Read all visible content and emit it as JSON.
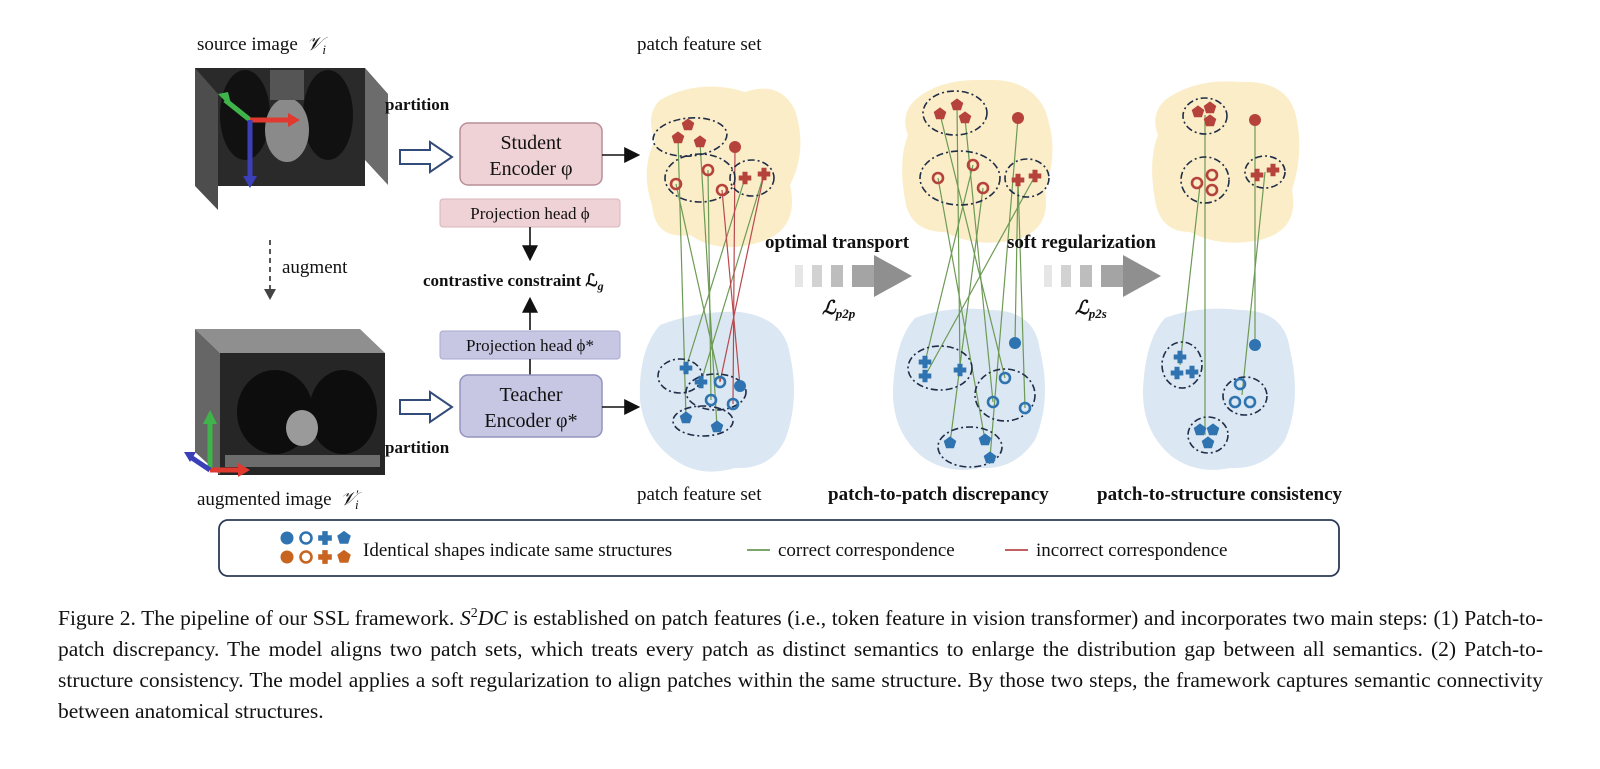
{
  "figure": {
    "source_image_label": "source image",
    "source_image_symbol": "𝒱",
    "source_image_sub": "i",
    "augmented_image_label": "augmented image",
    "augmented_image_symbol": "𝒱",
    "augmented_image_sub": "i",
    "augmented_image_prime": "′",
    "partition_label": "partition",
    "augment_label": "augment",
    "student_encoder_line1": "Student",
    "student_encoder_line2": "Encoder φ",
    "teacher_encoder_line1": "Teacher",
    "teacher_encoder_line2": "Encoder φ*",
    "student_projection_head": "Projection head ϕ",
    "teacher_projection_head": "Projection head ϕ*",
    "contrastive_constraint": "contrastive constraint ℒ",
    "contrastive_constraint_sub": "g",
    "patch_feature_set_label": "patch feature set",
    "optimal_transport_label": "optimal transport",
    "loss_p2p": "ℒ",
    "loss_p2p_sub": "p2p",
    "soft_regularization_label": "soft regularization",
    "loss_p2s": "ℒ",
    "loss_p2s_sub": "p2s",
    "patch_to_patch_label": "patch-to-patch discrepancy",
    "patch_to_structure_label": "patch-to-structure consistency",
    "colors": {
      "teacher_blue": "#2f74b0",
      "student_red": "#b5433b",
      "correct_line": "#6d9a55",
      "incorrect_line": "#b8484e",
      "student_cloud": "#fbedc8",
      "teacher_cloud": "#dbe7f2",
      "student_box": "#efd2d6",
      "teacher_box": "#c7c7e4"
    }
  },
  "legend": {
    "shapes_text": "Identical shapes indicate same structures",
    "correct_text": "correct correspondence",
    "incorrect_text": "incorrect correspondence",
    "shape_icons": [
      "filled-circle-icon",
      "ring-icon",
      "cross-icon",
      "pentagon-icon"
    ]
  },
  "caption": {
    "prefix": "Figure 2.  The pipeline of our SSL framework.",
    "method_base": "S",
    "method_sup": "2",
    "method_rest": "DC",
    "text": "is established on patch features (i.e., token feature in vision transformer) and incorporates two main steps: (1) Patch-to-patch discrepancy. The model aligns two patch sets, which treats every patch as distinct semantics to enlarge the distribution gap between all semantics. (2) Patch-to-structure consistency. The model applies a soft regularization to align patches within the same structure. By those two steps, the framework captures semantic connectivity between anatomical structures."
  }
}
